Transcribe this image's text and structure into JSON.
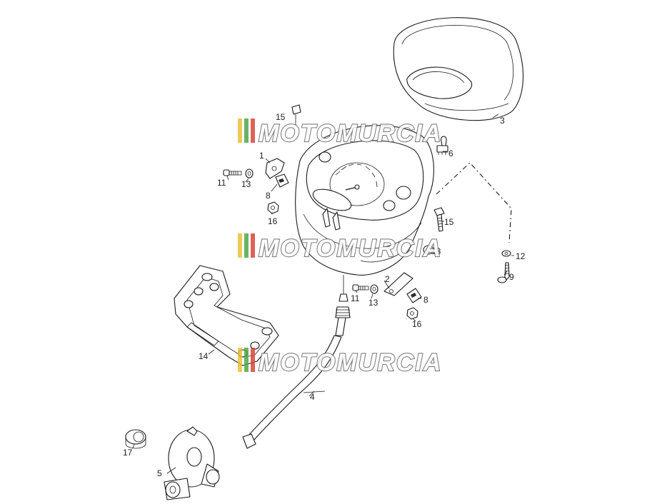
{
  "diagram": {
    "callouts": [
      {
        "id": "c1",
        "text": "1"
      },
      {
        "id": "c2",
        "text": "2"
      },
      {
        "id": "c3",
        "text": "3"
      },
      {
        "id": "c4",
        "text": "4"
      },
      {
        "id": "c5",
        "text": "5"
      },
      {
        "id": "c6",
        "text": "6"
      },
      {
        "id": "c8a",
        "text": "8"
      },
      {
        "id": "c8b",
        "text": "8"
      },
      {
        "id": "c9",
        "text": "9"
      },
      {
        "id": "c11a",
        "text": "11"
      },
      {
        "id": "c11b",
        "text": "11"
      },
      {
        "id": "c12",
        "text": "12"
      },
      {
        "id": "c13a",
        "text": "13"
      },
      {
        "id": "c13b",
        "text": "13"
      },
      {
        "id": "c14",
        "text": "14"
      },
      {
        "id": "c15a",
        "text": "15"
      },
      {
        "id": "c15b",
        "text": "15"
      },
      {
        "id": "c16a",
        "text": "16"
      },
      {
        "id": "c16b",
        "text": "16"
      },
      {
        "id": "c17",
        "text": "17"
      },
      {
        "id": "c18",
        "text": "18"
      }
    ]
  },
  "watermark": {
    "text": "MOTOMURCIA",
    "stripe_colors": [
      "#e8c23a",
      "#4fa84a",
      "#d9463b"
    ]
  }
}
